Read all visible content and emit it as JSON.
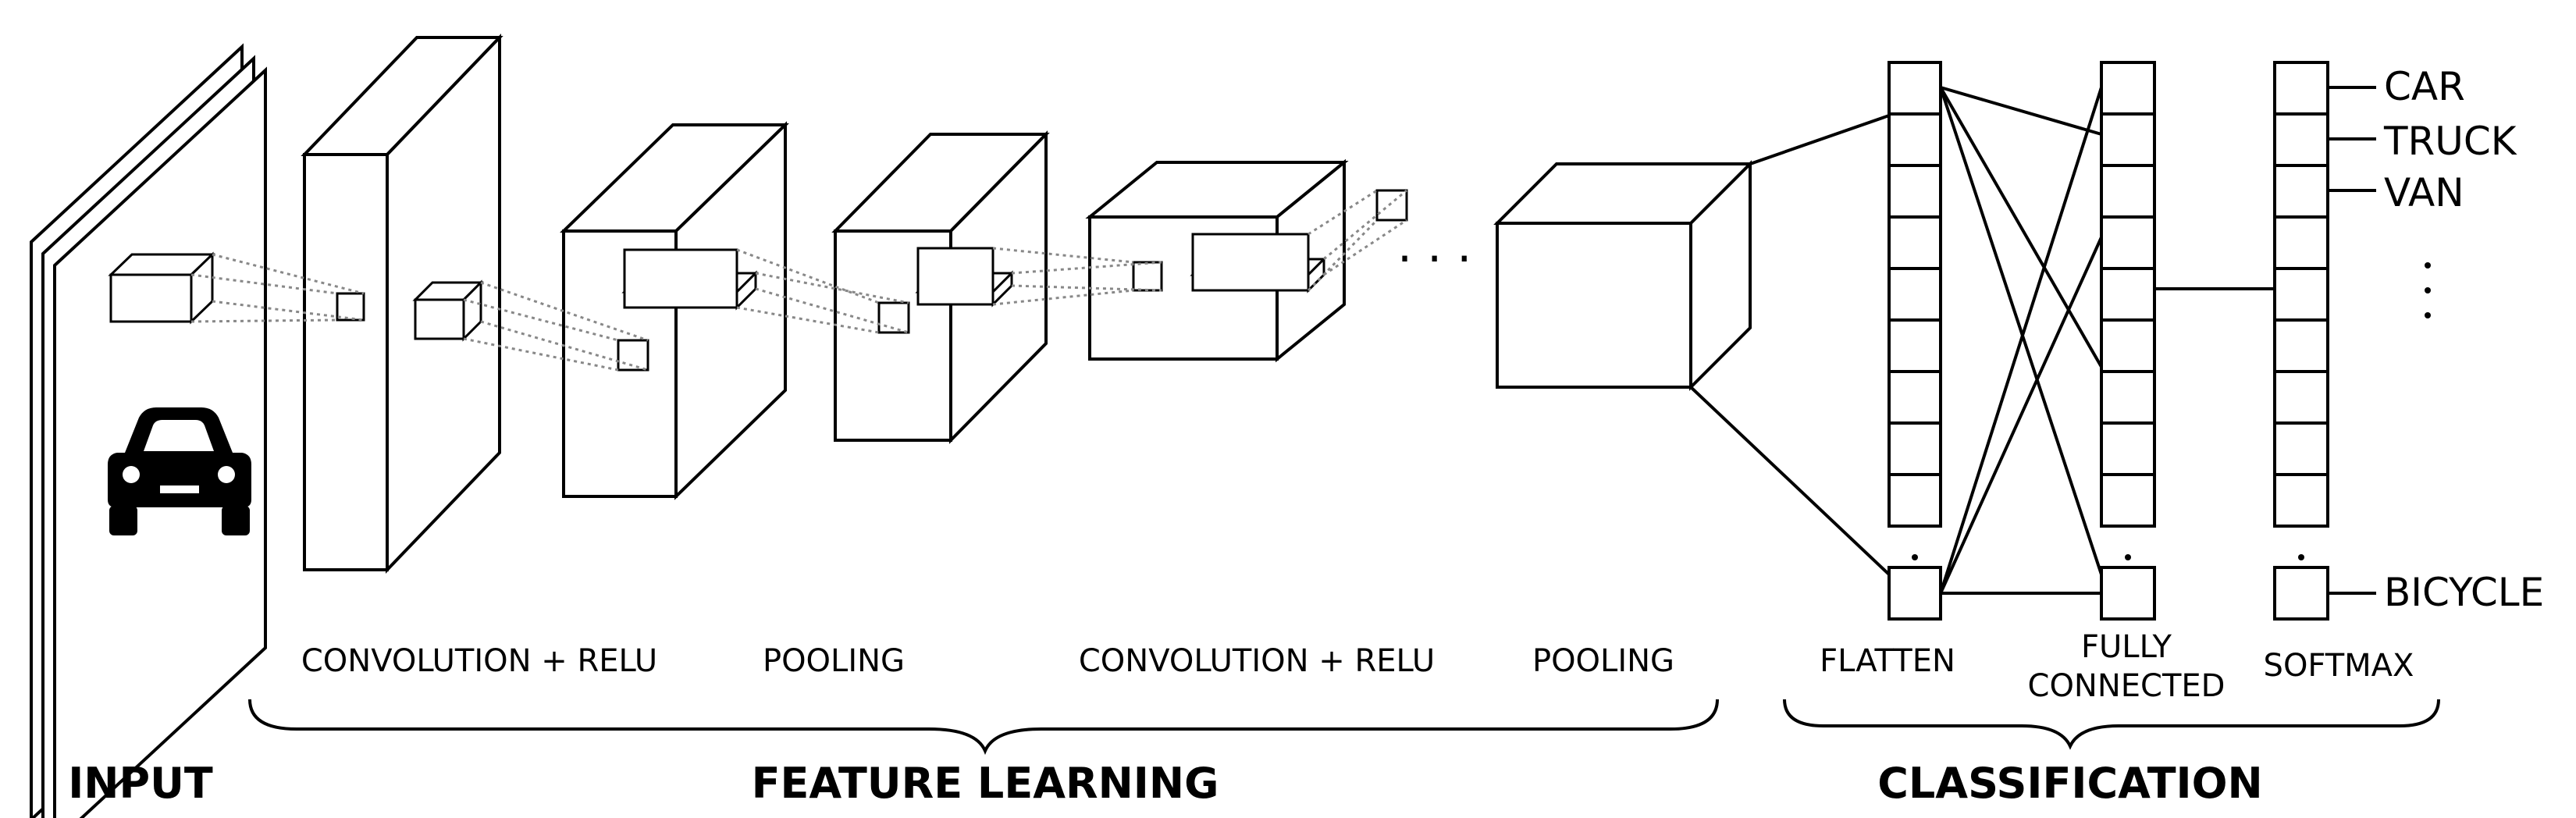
{
  "stages": {
    "conv1": "CONVOLUTION + RELU",
    "pool1": "POOLING",
    "conv2": "CONVOLUTION + RELU",
    "pool2": "POOLING",
    "flatten": "FLATTEN",
    "fully_connected_line1": "FULLY",
    "fully_connected_line2": "CONNECTED",
    "softmax": "SOFTMAX"
  },
  "groups": {
    "input": "INPUT",
    "feature_learning": "FEATURE LEARNING",
    "classification": "CLASSIFICATION"
  },
  "classes": [
    "CAR",
    "TRUCK",
    "VAN",
    "BICYCLE"
  ],
  "icons": {
    "input_image": "car-icon"
  },
  "colors": {
    "stroke": "#000000",
    "receptive_field_lines": "#888888"
  }
}
